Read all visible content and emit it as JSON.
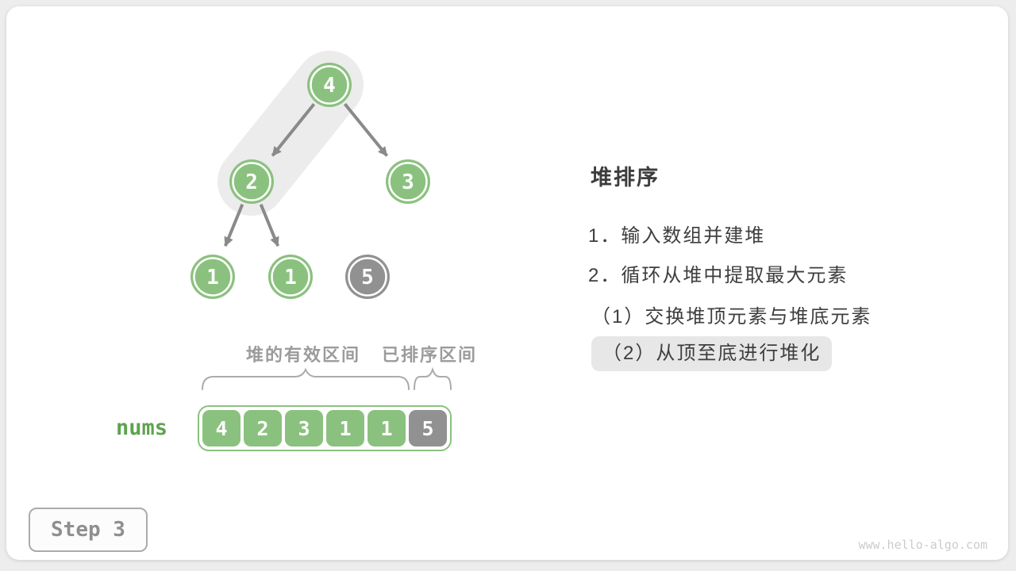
{
  "panel": {
    "title": "堆排序",
    "items": [
      {
        "label": "1．输入数组并建堆",
        "highlighted": false
      },
      {
        "label": "2．循环从堆中提取最大元素",
        "highlighted": false
      },
      {
        "label": "（1）交换堆顶元素与堆底元素",
        "highlighted": false
      },
      {
        "label": "（2）从顶至底进行堆化",
        "highlighted": true
      }
    ]
  },
  "tree": {
    "nodes": [
      {
        "value": "4",
        "state": "heap"
      },
      {
        "value": "2",
        "state": "heap"
      },
      {
        "value": "3",
        "state": "heap"
      },
      {
        "value": "1",
        "state": "heap"
      },
      {
        "value": "1",
        "state": "heap"
      },
      {
        "value": "5",
        "state": "sorted"
      }
    ],
    "highlighted_path": "4→2"
  },
  "array": {
    "label": "nums",
    "values": [
      "4",
      "2",
      "3",
      "1",
      "1",
      "5"
    ],
    "heap_range_label": "堆的有效区间",
    "sorted_range_label": "已排序区间",
    "sorted_start_index": 5
  },
  "footer": {
    "step_label": "Step 3",
    "watermark": "www.hello-algo.com"
  },
  "colors": {
    "node_green": "#8bc17f",
    "node_gray": "#919191",
    "edge_gray": "#8a8a8a",
    "highlight_capsule": "#ececec",
    "highlight_pill": "#e7e7e7",
    "label_gray": "#9b9b9b",
    "text_dark": "#3e3e3e",
    "nums_green": "#5ea34f"
  }
}
